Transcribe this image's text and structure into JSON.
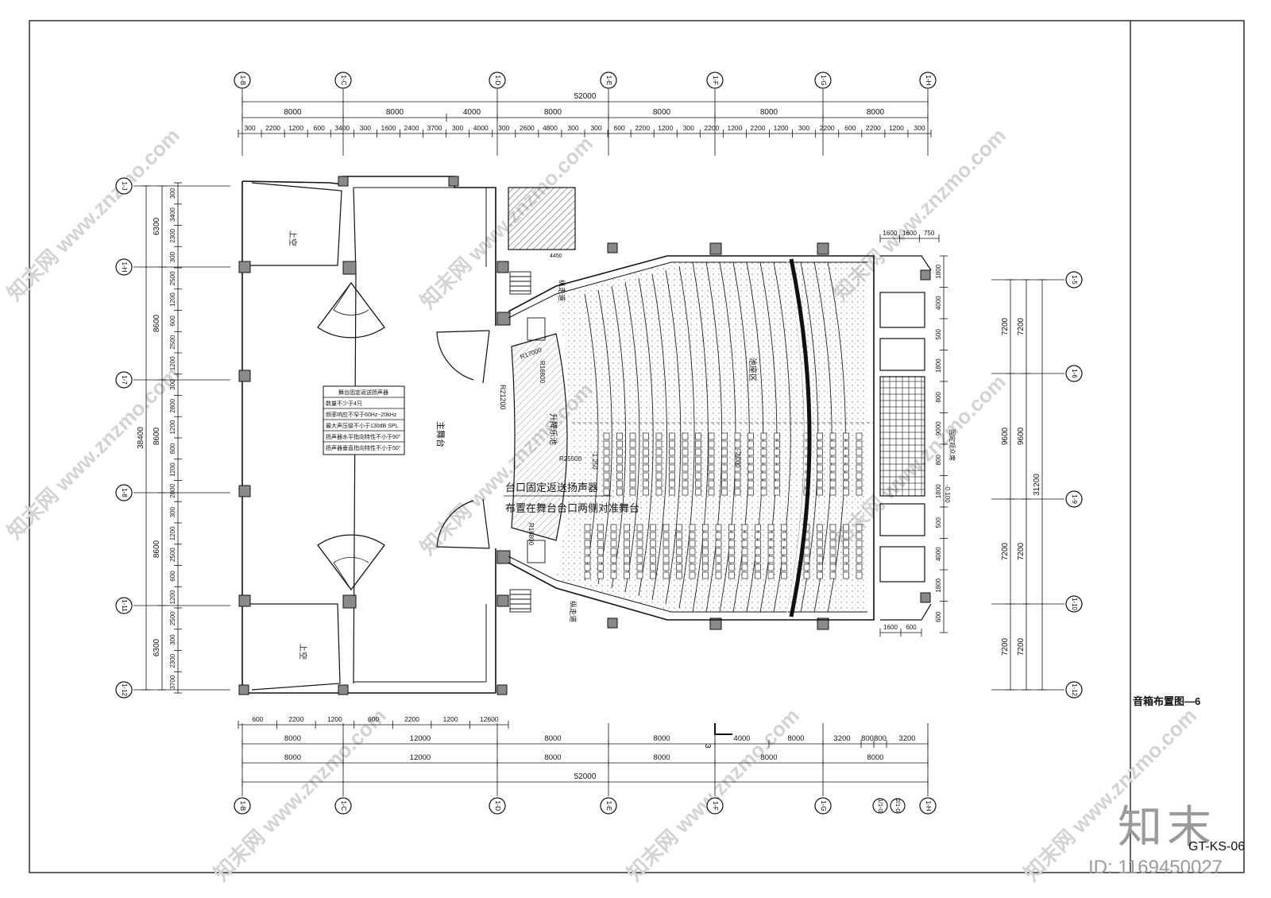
{
  "sheet": {
    "title": "音箱布置图—6",
    "code": "GT-KS-06",
    "watermark_brand": "知末",
    "watermark_id": "ID: 1169450027",
    "watermark_url": "www.znzmo.com",
    "watermark_cn": "知末网"
  },
  "grid": {
    "top_columns": [
      "1-B",
      "1-C",
      "1-D",
      "1-E",
      "1-F",
      "1-G",
      "1-H"
    ],
    "bottom_columns": [
      "1-B",
      "1-C",
      "1-D",
      "1-E",
      "1-F",
      "1-G",
      "1-H"
    ],
    "bottom_extra": [
      "1/1-G",
      "2/1-G"
    ],
    "left_rows": [
      "1-J",
      "1-H",
      "1-7",
      "1-8",
      "1-11",
      "1-12"
    ],
    "right_rows": [
      "1-5",
      "1-6",
      "1-9",
      "1-10",
      "1-12"
    ]
  },
  "dims": {
    "top_total": "52000",
    "top_spans": [
      "8000",
      "8000",
      "4000",
      "8000",
      "8000",
      "8000",
      "8000"
    ],
    "top_detail": [
      "300",
      "2200",
      "1200",
      "600",
      "3400",
      "300",
      "1600",
      "2400",
      "3700",
      "300",
      "4000",
      "300",
      "2600",
      "4800",
      "300",
      "300",
      "600",
      "2200",
      "1200",
      "300",
      "2200",
      "1200",
      "2200",
      "1200",
      "300",
      "2200",
      "600",
      "2200",
      "1200",
      "300"
    ],
    "left_total": "38400",
    "left_spans": [
      "6300",
      "8600",
      "8600",
      "8600",
      "6300"
    ],
    "left_detail": [
      "300",
      "3400",
      "2300",
      "300",
      "2500",
      "1200",
      "600",
      "2500",
      "1200",
      "300",
      "2800",
      "1200",
      "600",
      "1200",
      "2800",
      "300",
      "1200",
      "2500",
      "600",
      "1200",
      "2500",
      "300",
      "2300",
      "3700"
    ],
    "right_total": "31200",
    "right_spans": [
      "7200",
      "9600",
      "7200",
      "7200"
    ],
    "right_detail": [
      "1800",
      "4000",
      "500",
      "1800",
      "800",
      "9000",
      "800",
      "1800",
      "500",
      "4000",
      "1800",
      "600"
    ],
    "right_top_small": [
      "1600",
      "1600",
      "750"
    ],
    "right_bottom_small": [
      "1600",
      "600"
    ],
    "bottom_detail": [
      "600",
      "2200",
      "1200",
      "600",
      "2200",
      "1200",
      "12600"
    ],
    "bottom_row1": [
      "8000",
      "12000",
      "8000",
      "8000",
      "4000",
      "8000",
      "3200",
      "800",
      "800",
      "3200"
    ],
    "bottom_row2": [
      "8000",
      "12000",
      "8000",
      "8000",
      "8000",
      "8000"
    ],
    "bottom_total": "52000",
    "section_mark": "3"
  },
  "labels": {
    "upper_void": "上空",
    "lower_void": "上空",
    "main_stage": "主舞台",
    "orchestra_pit": "升降乐池",
    "aisle_upper": "纵走道",
    "aisle_lower": "纵走道",
    "seating_mid": "池座区",
    "radius_1": "R21200",
    "radius_2": "R25500",
    "radius_3": "R17000",
    "radius_4": "R16800",
    "elev_1": "-1.250",
    "elev_2": "-2.000",
    "elev_3": "-0.100",
    "annotation_line1": "台口固定返送扬声器",
    "annotation_line2": "布置在舞台台口两侧对准舞台",
    "annotation_sub": "4450",
    "right_note": "固定观众席"
  },
  "spec_table": {
    "title": "舞台固定返送扬声器",
    "rows": [
      "数量不少于4只",
      "频率响应不窄于60Hz~20kHz",
      "最大声压级不小于130dB SPL",
      "扬声器水平指向特性不小于90°",
      "扬声器垂直指向特性不小于50°"
    ]
  },
  "colors": {
    "line": "#111111",
    "hatch": "#555555",
    "watermark": "#cfcfcf",
    "column_fill": "#8a8a8a"
  }
}
